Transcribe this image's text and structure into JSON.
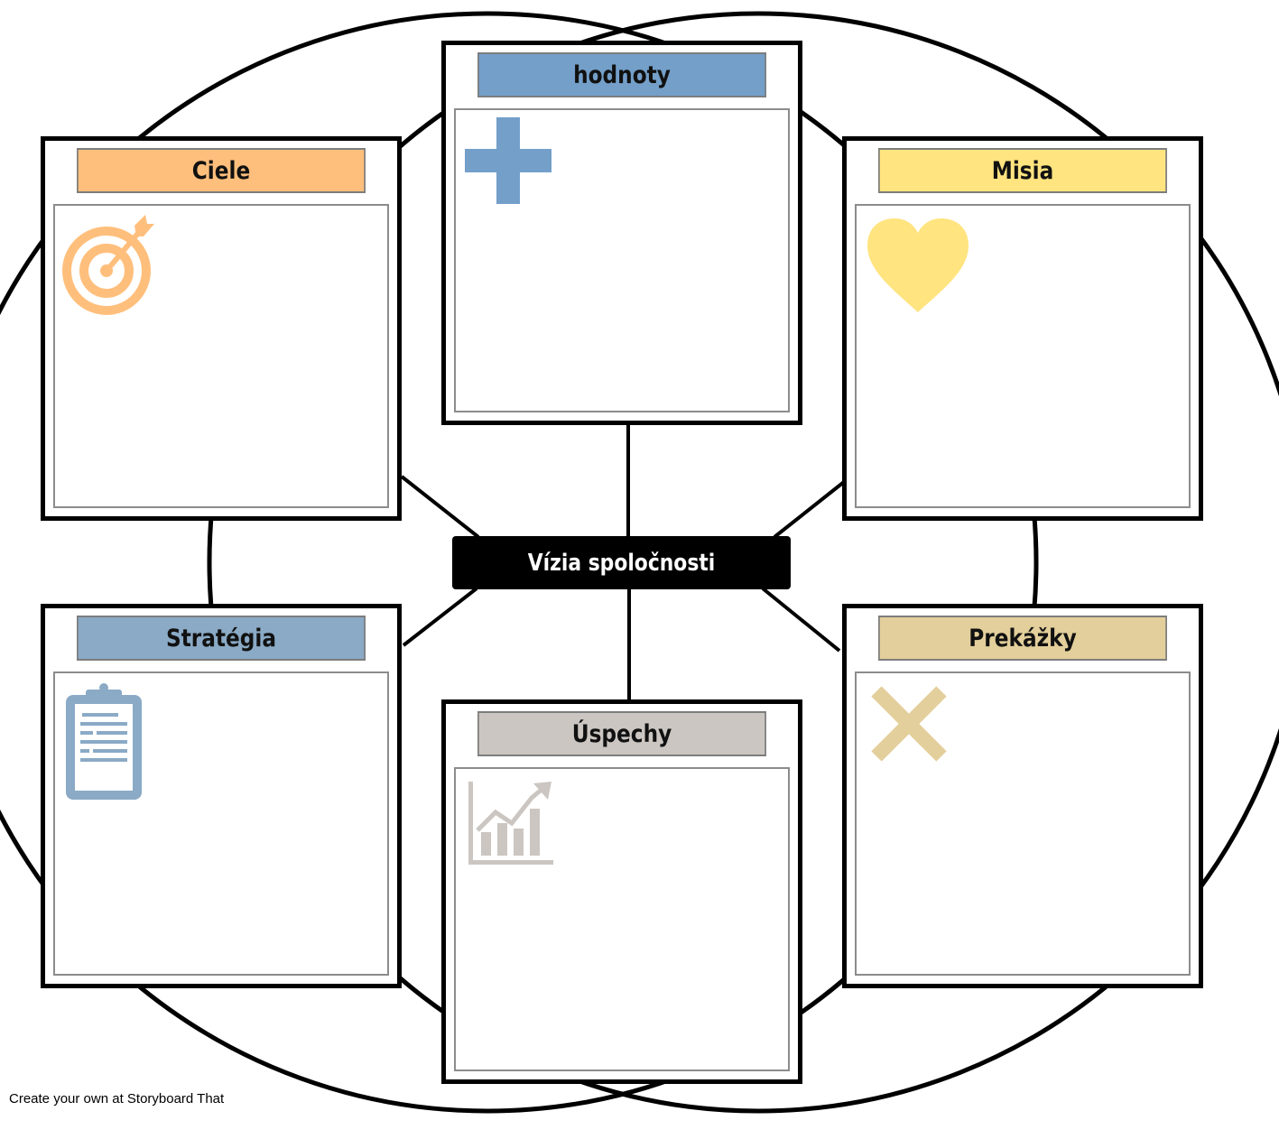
{
  "center": {
    "label": "Vízia spoločnosti"
  },
  "panels": [
    {
      "id": "ciele",
      "label": "Ciele",
      "color": "#ffbf7c",
      "icon": "target-icon"
    },
    {
      "id": "hodnoty",
      "label": "hodnoty",
      "color": "#739fc9",
      "icon": "plus-icon"
    },
    {
      "id": "misia",
      "label": "Misia",
      "color": "#ffe480",
      "icon": "heart-icon"
    },
    {
      "id": "strategia",
      "label": "Stratégia",
      "color": "#8aaac6",
      "icon": "clipboard-icon"
    },
    {
      "id": "uspechy",
      "label": "Úspechy",
      "color": "#cbc6c1",
      "icon": "growth-chart-icon"
    },
    {
      "id": "prekazky",
      "label": "Prekážky",
      "color": "#e3cf9b",
      "icon": "x-mark-icon"
    }
  ],
  "footer": {
    "text": "Create your own at Storyboard That"
  }
}
